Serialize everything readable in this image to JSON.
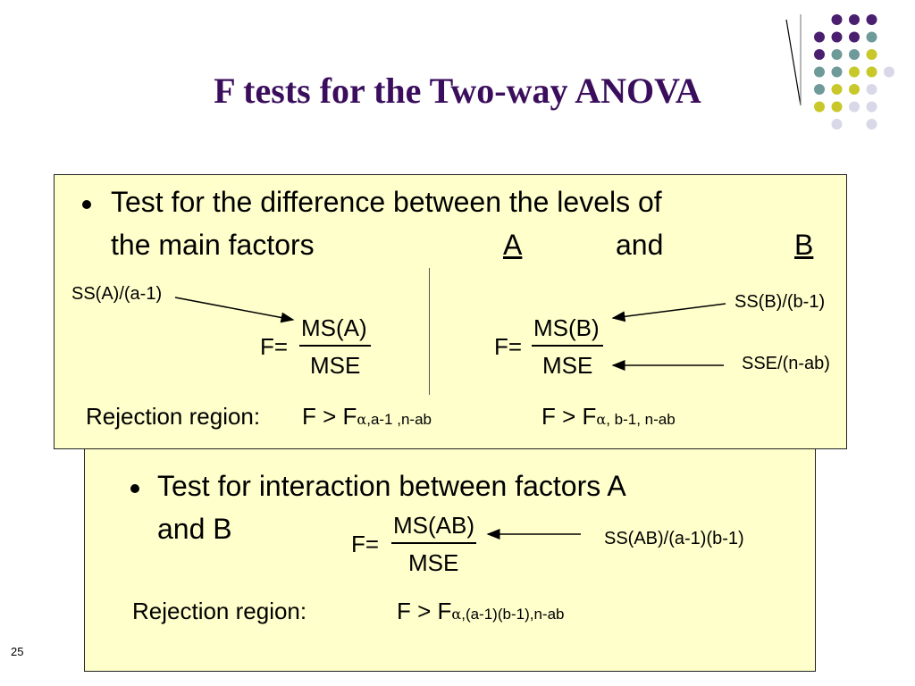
{
  "slide": {
    "title": "F tests for the Two-way ANOVA",
    "number": "25"
  },
  "section_main": {
    "bullet_line1": "Test for the difference between the levels of",
    "bullet_line2": "the main factors",
    "factor_a": "A",
    "and_word": "and",
    "factor_b": "B",
    "ss_a_label": "SS(A)/(a-1)",
    "ss_b_label": "SS(B)/(b-1)",
    "sse_label": "SSE/(n-ab)",
    "f_a": {
      "prefix": "F=",
      "numerator": "MS(A)",
      "denominator": "MSE"
    },
    "f_b": {
      "prefix": "F=",
      "numerator": "MS(B)",
      "denominator": "MSE"
    },
    "rejection_label": "Rejection region:",
    "rejection_a": {
      "text": "F > F",
      "alpha": "α",
      "subscript": ",a-1 ,n-ab"
    },
    "rejection_b": {
      "text": "F > F",
      "alpha": "α",
      "subscript": ", b-1, n-ab"
    }
  },
  "section_interaction": {
    "bullet_line1": "Test for interaction between factors A",
    "bullet_line2": "and B",
    "ss_ab_label": "SS(AB)/(a-1)(b-1)",
    "f_ab": {
      "prefix": "F=",
      "numerator": "MS(AB)",
      "denominator": "MSE"
    },
    "rejection_label": "Rejection region:",
    "rejection_ab": {
      "text": "F > F",
      "alpha": "α",
      "subscript": ",(a-1)(b-1),n-ab"
    }
  },
  "decoration": {
    "dot_colors": [
      "#4b1f6f",
      "#6f9a9a",
      "#c8c82a",
      "#d8d8e8"
    ]
  }
}
